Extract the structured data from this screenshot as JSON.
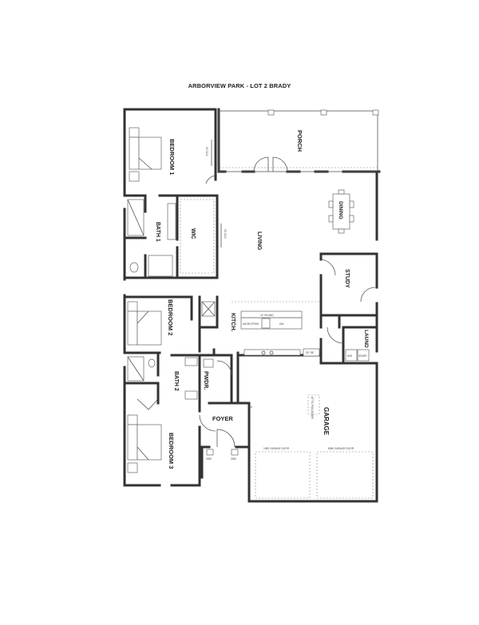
{
  "title": "ARBORVIEW PARK - LOT 2 BRADY",
  "rooms": {
    "bedroom1": "BEDROOM 1",
    "porch": "PORCH",
    "bath1": "BATH 1",
    "wic": "WIC",
    "living": "LIVING",
    "dining": "DINING",
    "study": "STUDY",
    "bedroom2": "BEDROOM 2",
    "kitchen": "KITCH.",
    "laundry": "LAUND",
    "bath2": "BATH 2",
    "powder": "PWDR.",
    "foyer": "FOYER",
    "bedroom3": "BEDROOM 3",
    "garage": "GARAGE"
  },
  "annotations": {
    "island": "10' ISLAND",
    "micro": "MICRO/TRSH",
    "dw": "DW",
    "range": "30\" RE",
    "washer": "W/D",
    "dryer": "HDWR",
    "attic": "ATTIC PULLDOWN",
    "garage_door_left": "1080 GARAGE DOOR",
    "garage_door_right": "8080 GARAGE DOOR",
    "ceiling_bed1": "10' CLG",
    "ceiling_wic": "10' CLG",
    "window_tag_left": "3050",
    "window_tag_right": "3050"
  }
}
